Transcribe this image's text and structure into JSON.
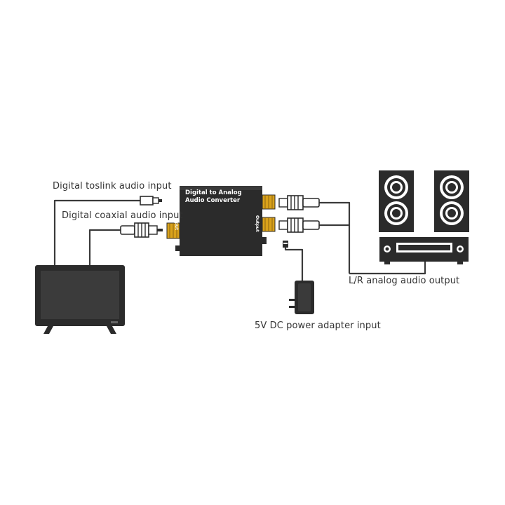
{
  "labels": {
    "toslink": "Digital toslink audio input",
    "coaxial": "Digital coaxial audio input",
    "analog_out": "L/R analog audio output",
    "power": "5V DC power adapter input"
  },
  "converter": {
    "title_line1": "Digital to Analog",
    "title_line2": "Audio Converter",
    "input_port": "Input",
    "output_port": "Output"
  },
  "colors": {
    "device": "#2b2b2b",
    "line": "#3a3a3a",
    "gold": "#d9a21b",
    "red": "#c0392b"
  },
  "icons": [
    "tv-icon",
    "converter-box-icon",
    "speaker-icon",
    "amplifier-icon",
    "power-adapter-icon",
    "rca-plug-icon",
    "toslink-plug-icon"
  ]
}
